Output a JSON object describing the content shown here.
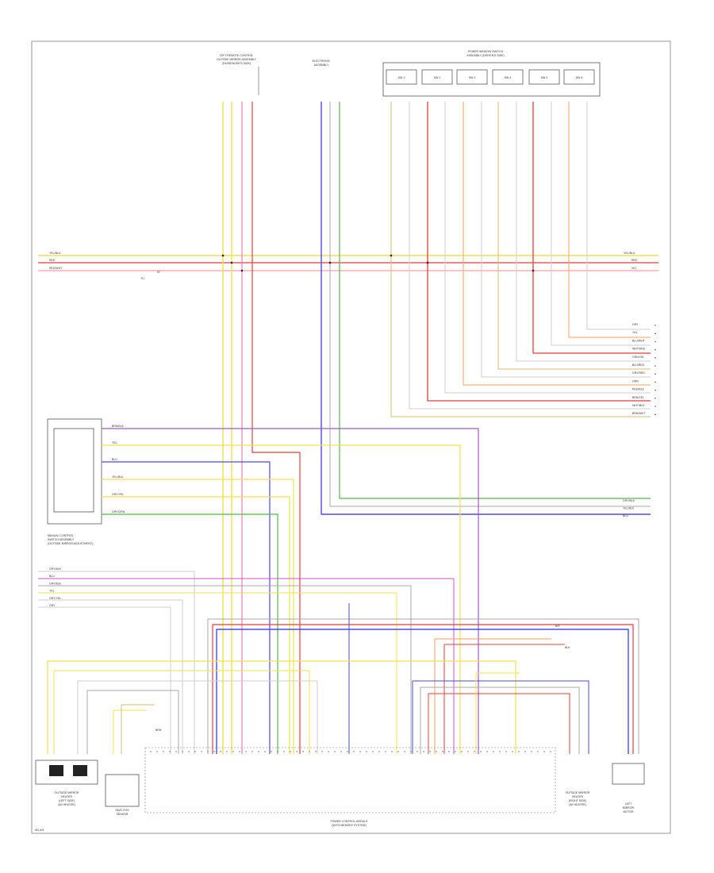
{
  "diagram": {
    "top_components": {
      "left_module": [
        "LEFT REMOTE CONTROL",
        "OUTSIDE MIRROR ASSEMBLY",
        "(PASSENGER'S SIDE)"
      ],
      "center_module": [
        "ELECTRONIC",
        "ASSEMBLY"
      ],
      "right_module": [
        "POWER WINDOW SWITCH",
        "ASSEMBLY (DRIVER'S SIDE)"
      ],
      "relay_labels": [
        "SW 1",
        "SW 2",
        "SW 3",
        "SW 4",
        "SW 5",
        "SW 6"
      ]
    },
    "bus_wires_left": [
      "YEL/BLU",
      "RED",
      "RED/WHT"
    ],
    "bus_wires_right": [
      "YEL/BLU",
      "RED",
      "VIO"
    ],
    "bus_connector_label": "E1",
    "bus_connector_label2": "IG",
    "right_wire_labels": [
      "GRY",
      "YEL",
      "BLU/WHT",
      "WHT/RED",
      "GRN/YEL",
      "BLU/RED",
      "GRY/RED",
      "ORN",
      "RED/BLK",
      "BRN/YEL",
      "WHT/BLK",
      "BRN/WHT"
    ],
    "right_wire_labels_lower": [
      "GRY/BLK",
      "YEL/BLK",
      "BLU"
    ],
    "switch_block": {
      "label": [
        "MANUAL CONTROL",
        "SWITCH ASSEMBLY",
        "(OUTSIDE MIRROR ADJUSTMENT)"
      ],
      "wire_labels": [
        "BRN/BLK",
        "YEL",
        "BLU",
        "YEL/BLU",
        "GRY/YEL",
        "GRY/GRN"
      ]
    },
    "left_wire_labels": [
      "GRY/BLK",
      "BLU",
      "GRY/BLK",
      "YEL",
      "GRY/YEL",
      "GRY"
    ],
    "bottom_components": {
      "left_mirror": [
        "OUTSIDE MIRROR",
        "HEATER",
        "(LEFT SIDE)",
        "(W/ HEATER)"
      ],
      "sensor": [
        "SEAT POS",
        "SENSOR"
      ],
      "main_module": [
        "POWER CONTROL MODULE",
        "(WITH MEMORY SYSTEM)"
      ],
      "right_mirror": [
        "OUTSIDE MIRROR",
        "HEATER",
        "(RIGHT SIDE)",
        "(W/ HEATER)"
      ],
      "right_motor": [
        "LEFT",
        "MIRROR",
        "MOTOR"
      ]
    },
    "module_pin_label": "BRN",
    "splice_label": "B/S",
    "splice_label2": "BLK",
    "page_ref": "W1-4/5"
  }
}
